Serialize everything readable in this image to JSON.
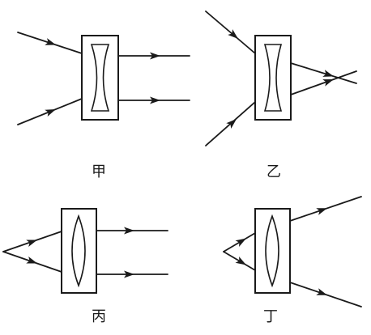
{
  "captions": {
    "jia": "甲",
    "yi": "乙",
    "bing": "丙",
    "ding": "丁"
  },
  "panels": [
    {
      "id": "jia",
      "lens_type": "concave",
      "incoming": "converging",
      "outgoing": "parallel"
    },
    {
      "id": "yi",
      "lens_type": "concave",
      "incoming": "converging",
      "outgoing": "converging"
    },
    {
      "id": "bing",
      "lens_type": "convex",
      "incoming": "diverging",
      "outgoing": "parallel"
    },
    {
      "id": "ding",
      "lens_type": "convex",
      "incoming": "diverging",
      "outgoing": "diverging"
    }
  ],
  "colors": {
    "ink": "#1a1a1a",
    "background": "#ffffff"
  }
}
